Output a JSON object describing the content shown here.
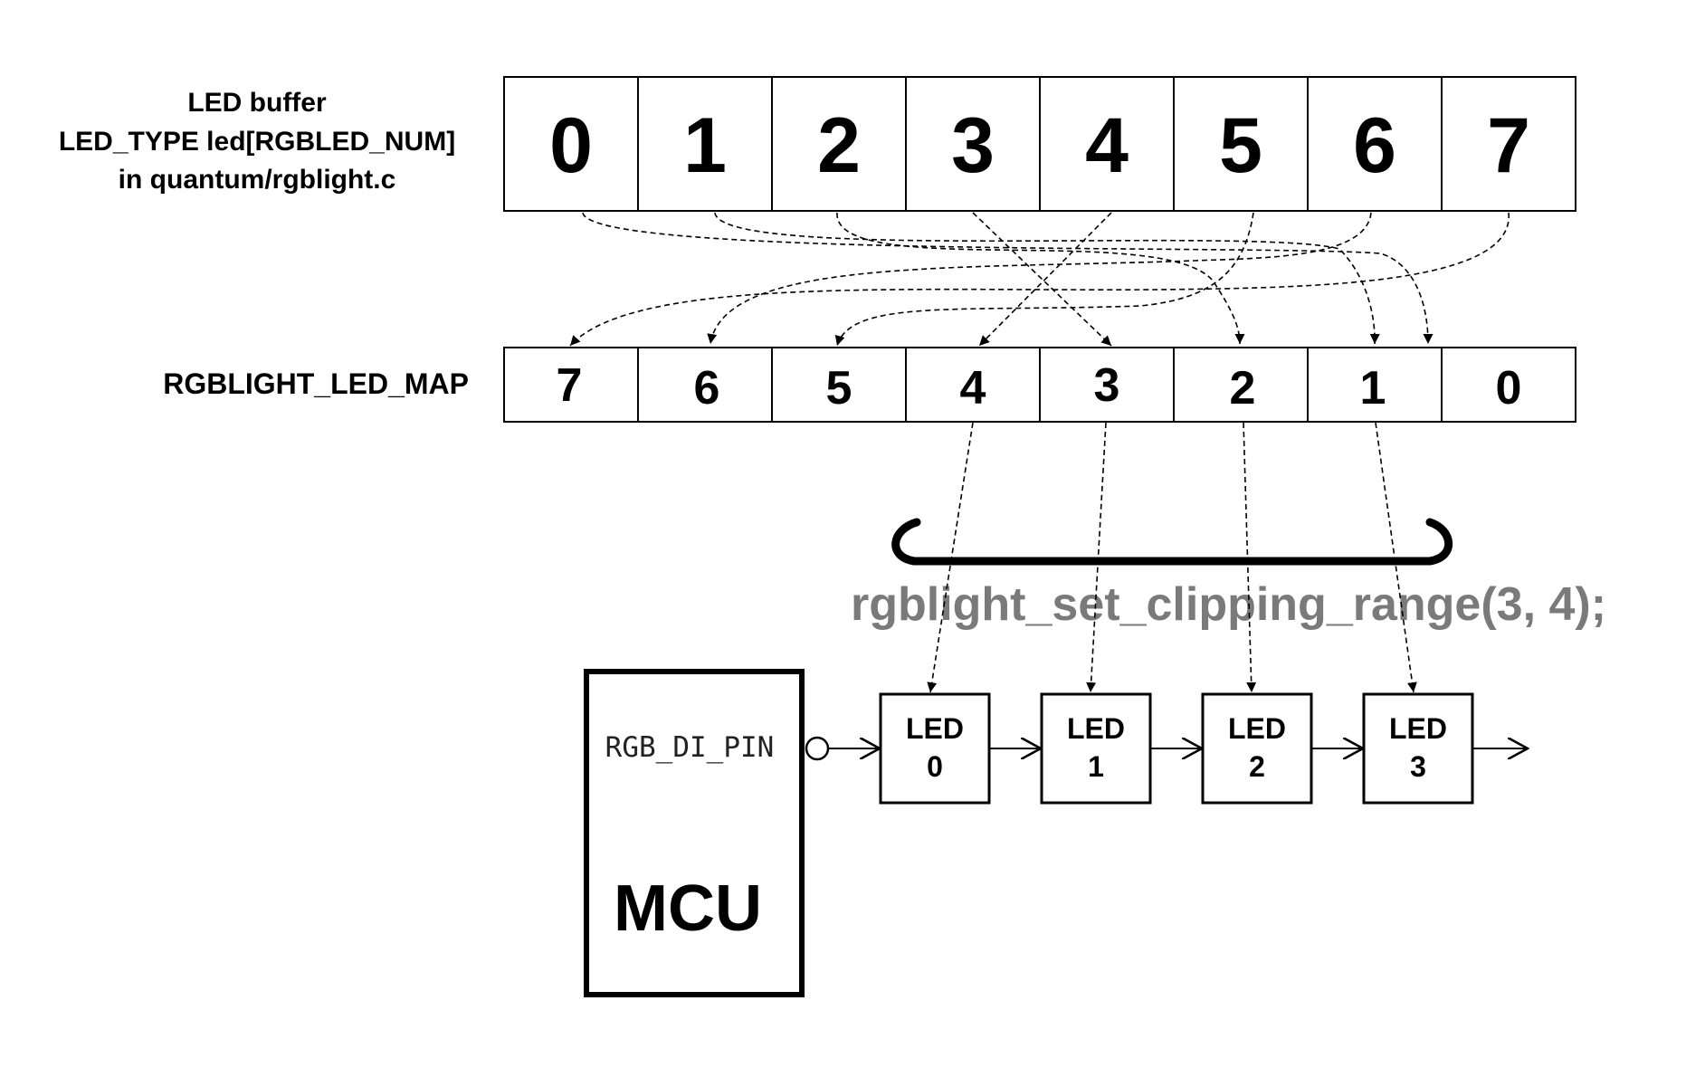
{
  "buffer_label": {
    "line1": "LED buffer",
    "line2": "LED_TYPE  led[RGBLED_NUM]",
    "line3": "in quantum/rgblight.c"
  },
  "buffer_cells": [
    "0",
    "1",
    "2",
    "3",
    "4",
    "5",
    "6",
    "7"
  ],
  "map_label": "RGBLIGHT_LED_MAP",
  "map_cells": [
    "7",
    "6",
    "5",
    "4",
    "3",
    "2",
    "1",
    "0"
  ],
  "clipping_call": "rgblight_set_clipping_range(3, 4);",
  "mcu": {
    "pin_label": "RGB_DI_PIN",
    "label": "MCU"
  },
  "leds": [
    {
      "line1": "LED",
      "line2": "0"
    },
    {
      "line1": "LED",
      "line2": "1"
    },
    {
      "line1": "LED",
      "line2": "2"
    },
    {
      "line1": "LED",
      "line2": "3"
    }
  ],
  "colors": {
    "line": "#000000",
    "clipping_text": "#7a7a7a"
  }
}
